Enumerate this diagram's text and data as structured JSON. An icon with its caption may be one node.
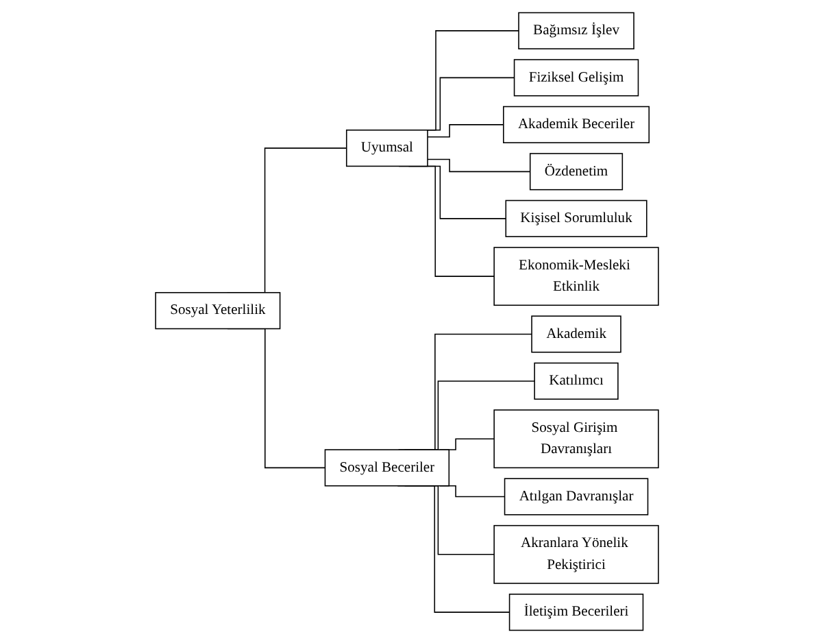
{
  "diagram": {
    "nodes": [
      {
        "text": [
          "Sosyal Yeterlilik"
        ]
      },
      {
        "text": [
          "Uyumsal"
        ]
      },
      {
        "text": [
          "Sosyal Beceriler"
        ]
      },
      {
        "text": [
          "Bağımsız İşlev"
        ]
      },
      {
        "text": [
          "Fiziksel Gelişim"
        ]
      },
      {
        "text": [
          "Akademik Beceriler"
        ]
      },
      {
        "text": [
          "Özdenetim"
        ]
      },
      {
        "text": [
          "Kişisel Sorumluluk"
        ]
      },
      {
        "text": [
          "Ekonomik-Mesleki Etkinlik"
        ]
      },
      {
        "text": [
          "Akademik"
        ]
      },
      {
        "text": [
          "Katılımcı"
        ]
      },
      {
        "text": [
          "Sosyal Girişim Davranışları"
        ]
      },
      {
        "text": [
          "Atılgan Davranışlar"
        ]
      },
      {
        "text": [
          "Akranlara Yönelik Pekiştirici"
        ]
      },
      {
        "text": [
          "İletişim Becerileri"
        ]
      }
    ],
    "edges": [
      {
        "from": 0,
        "to": 1,
        "arrow": "none"
      },
      {
        "from": 0,
        "to": 2,
        "arrow": "none"
      },
      {
        "from": 1,
        "to": 3,
        "arrow": "none"
      },
      {
        "from": 1,
        "to": 4,
        "arrow": "none"
      },
      {
        "from": 1,
        "to": 5,
        "arrow": "none"
      },
      {
        "from": 1,
        "to": 6,
        "arrow": "none"
      },
      {
        "from": 1,
        "to": 7,
        "arrow": "none"
      },
      {
        "from": 1,
        "to": 8,
        "arrow": "none"
      },
      {
        "from": 2,
        "to": 9,
        "arrow": "none"
      },
      {
        "from": 2,
        "to": 10,
        "arrow": "none"
      },
      {
        "from": 2,
        "to": 11,
        "arrow": "none"
      },
      {
        "from": 2,
        "to": 12,
        "arrow": "none"
      },
      {
        "from": 2,
        "to": 13,
        "arrow": "none"
      },
      {
        "from": 2,
        "to": 14,
        "arrow": "none"
      }
    ]
  }
}
